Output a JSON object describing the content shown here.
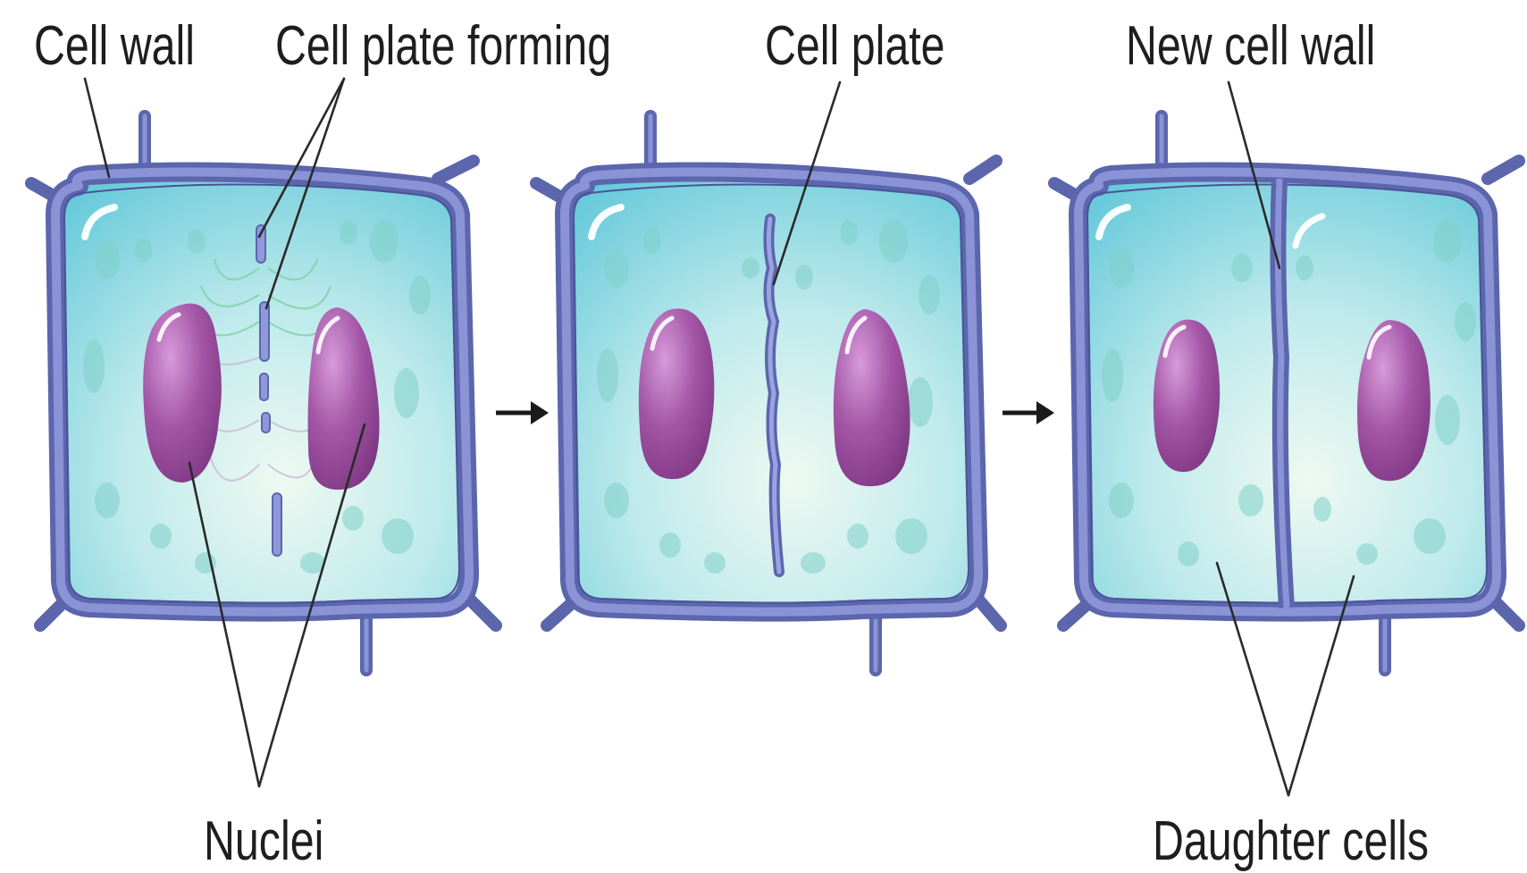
{
  "labels": {
    "cell_wall": "Cell wall",
    "cell_plate_forming": "Cell plate forming",
    "cell_plate": "Cell plate",
    "new_cell_wall": "New cell wall",
    "nuclei": "Nuclei",
    "daughter_cells": "Daughter cells"
  },
  "colors": {
    "cytoplasm_light": "#e6f6ee",
    "cytoplasm_mid": "#a8e4e8",
    "cytoplasm_dark": "#5cc6d6",
    "cell_wall": "#5b66ad",
    "cell_wall_highlight": "#8a93d6",
    "nucleus": "#9a4a9e",
    "nucleus_light": "#c07cc4",
    "leader_line": "#2a2a2a",
    "arrow": "#1a1a1a"
  },
  "icons": {
    "arrow_1": "arrow-right-icon",
    "arrow_2": "arrow-right-icon"
  }
}
